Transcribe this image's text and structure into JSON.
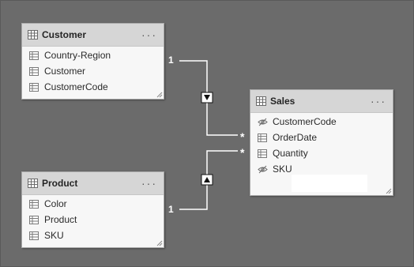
{
  "diagram": {
    "tables": [
      {
        "key": "customer",
        "title": "Customer",
        "more_label": "···",
        "header_icon": "table-icon",
        "fields": [
          {
            "name": "Country-Region",
            "icon": "column-icon",
            "hidden": false
          },
          {
            "name": "Customer",
            "icon": "column-icon",
            "hidden": false
          },
          {
            "name": "CustomerCode",
            "icon": "column-icon",
            "hidden": false
          }
        ]
      },
      {
        "key": "product",
        "title": "Product",
        "more_label": "···",
        "header_icon": "table-icon",
        "fields": [
          {
            "name": "Color",
            "icon": "column-icon",
            "hidden": false
          },
          {
            "name": "Product",
            "icon": "column-icon",
            "hidden": false
          },
          {
            "name": "SKU",
            "icon": "column-icon",
            "hidden": false
          }
        ]
      },
      {
        "key": "sales",
        "title": "Sales",
        "more_label": "···",
        "header_icon": "table-icon",
        "fields": [
          {
            "name": "CustomerCode",
            "icon": "hidden-eye-icon",
            "hidden": true
          },
          {
            "name": "OrderDate",
            "icon": "column-icon",
            "hidden": false
          },
          {
            "name": "Quantity",
            "icon": "column-icon",
            "hidden": false
          },
          {
            "name": "SKU",
            "icon": "hidden-eye-icon",
            "hidden": true
          }
        ]
      }
    ],
    "relationships": [
      {
        "from": "customer",
        "to": "sales",
        "from_cardinality": "1",
        "to_cardinality": "*",
        "filter_direction": "down"
      },
      {
        "from": "product",
        "to": "sales",
        "from_cardinality": "1",
        "to_cardinality": "*",
        "filter_direction": "up"
      }
    ],
    "colors": {
      "canvas": "#6b6b6b",
      "card_header": "#d6d6d6",
      "card_body": "#f7f7f7",
      "relationship_line": "#ffffff"
    }
  }
}
